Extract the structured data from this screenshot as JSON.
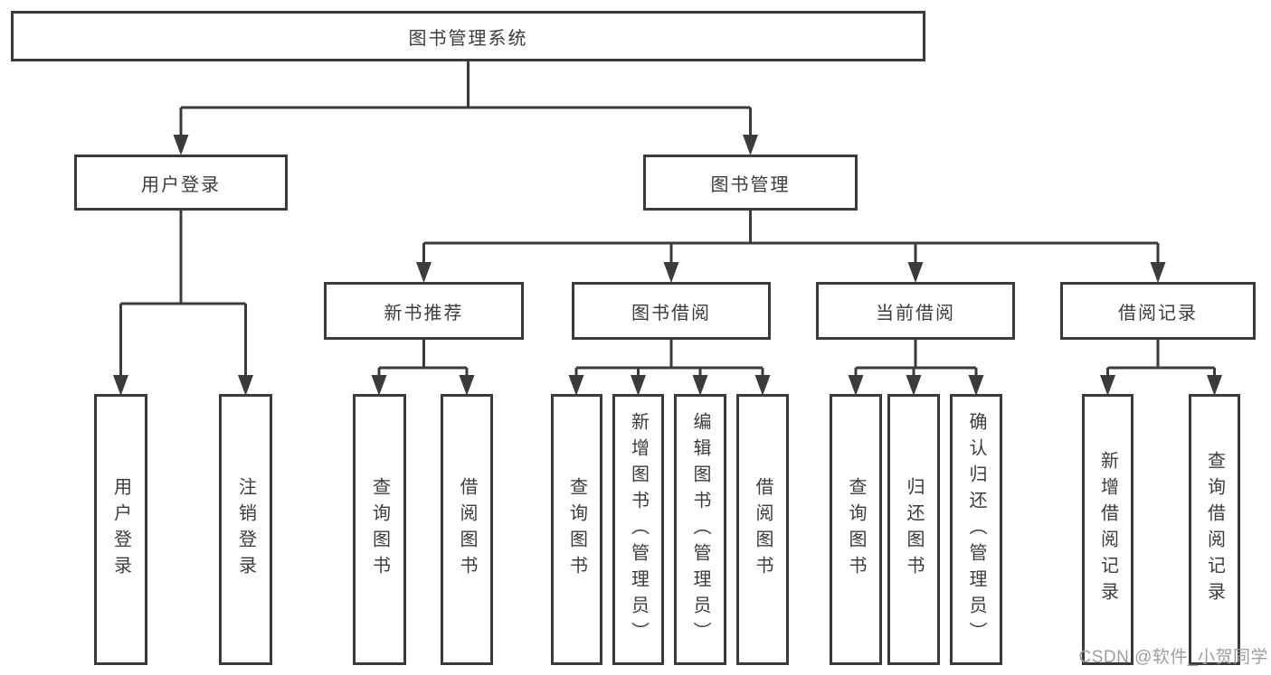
{
  "diagram": {
    "type": "hierarchy-tree",
    "root": {
      "label": "图书管理系统",
      "children": [
        {
          "label": "用户登录",
          "children": [
            {
              "label": "用户登录"
            },
            {
              "label": "注销登录"
            }
          ]
        },
        {
          "label": "图书管理",
          "children": [
            {
              "label": "新书推荐",
              "children": [
                {
                  "label": "查询图书"
                },
                {
                  "label": "借阅图书"
                }
              ]
            },
            {
              "label": "图书借阅",
              "children": [
                {
                  "label": "查询图书"
                },
                {
                  "label": "新增图书（管理员）"
                },
                {
                  "label": "编辑图书（管理员）"
                },
                {
                  "label": "借阅图书"
                }
              ]
            },
            {
              "label": "当前借阅",
              "children": [
                {
                  "label": "查询图书"
                },
                {
                  "label": "归还图书"
                },
                {
                  "label": "确认归还（管理员）"
                }
              ]
            },
            {
              "label": "借阅记录",
              "children": [
                {
                  "label": "新增借阅记录"
                },
                {
                  "label": "查询借阅记录"
                }
              ]
            }
          ]
        }
      ]
    }
  },
  "watermark": "CSDN @软件_小贺同学",
  "colors": {
    "line": "#3b3b3b",
    "text": "#3c3c3c",
    "watermark": "#9e9e9e",
    "background": "#ffffff"
  }
}
